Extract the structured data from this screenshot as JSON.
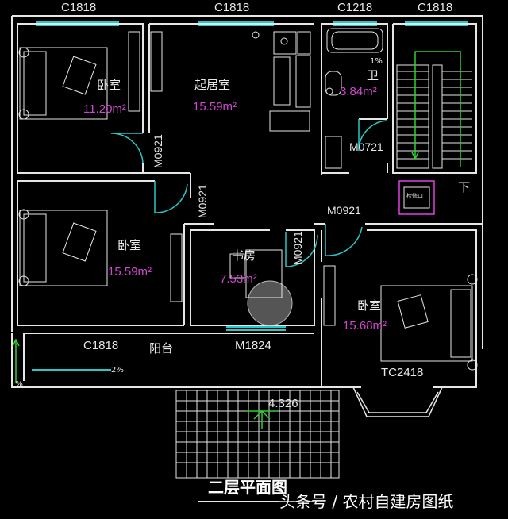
{
  "windows": {
    "top_1": "C1818",
    "top_2": "C1818",
    "top_3": "C1218",
    "top_4": "C1818",
    "balcony": "C1818",
    "balcony_door": "M1824",
    "bay": "TC2418"
  },
  "doors": {
    "bed1": "M0921",
    "living": "M0921",
    "bath": "M0721",
    "hall": "M0921",
    "study": "M0921"
  },
  "rooms": {
    "bed1": {
      "name": "卧室",
      "area": "11.20m²"
    },
    "living": {
      "name": "起居室",
      "area": "15.59m²"
    },
    "bath": {
      "name": "卫",
      "area": "3.84m²"
    },
    "bed2": {
      "name": "卧室",
      "area": "15.59m²"
    },
    "study": {
      "name": "书房",
      "area": "7.53m²"
    },
    "bed3": {
      "name": "卧室",
      "area": "15.68m²"
    },
    "balcony": {
      "name": "阳台"
    }
  },
  "annotations": {
    "slope_bath": "1%",
    "slope_balcony": "2%",
    "slope_side": "1%",
    "elevation": "4.326",
    "stair_down": "下",
    "shaft": "检修口"
  },
  "title": "二层平面图",
  "watermark": "头条号 / 农村自建房图纸"
}
